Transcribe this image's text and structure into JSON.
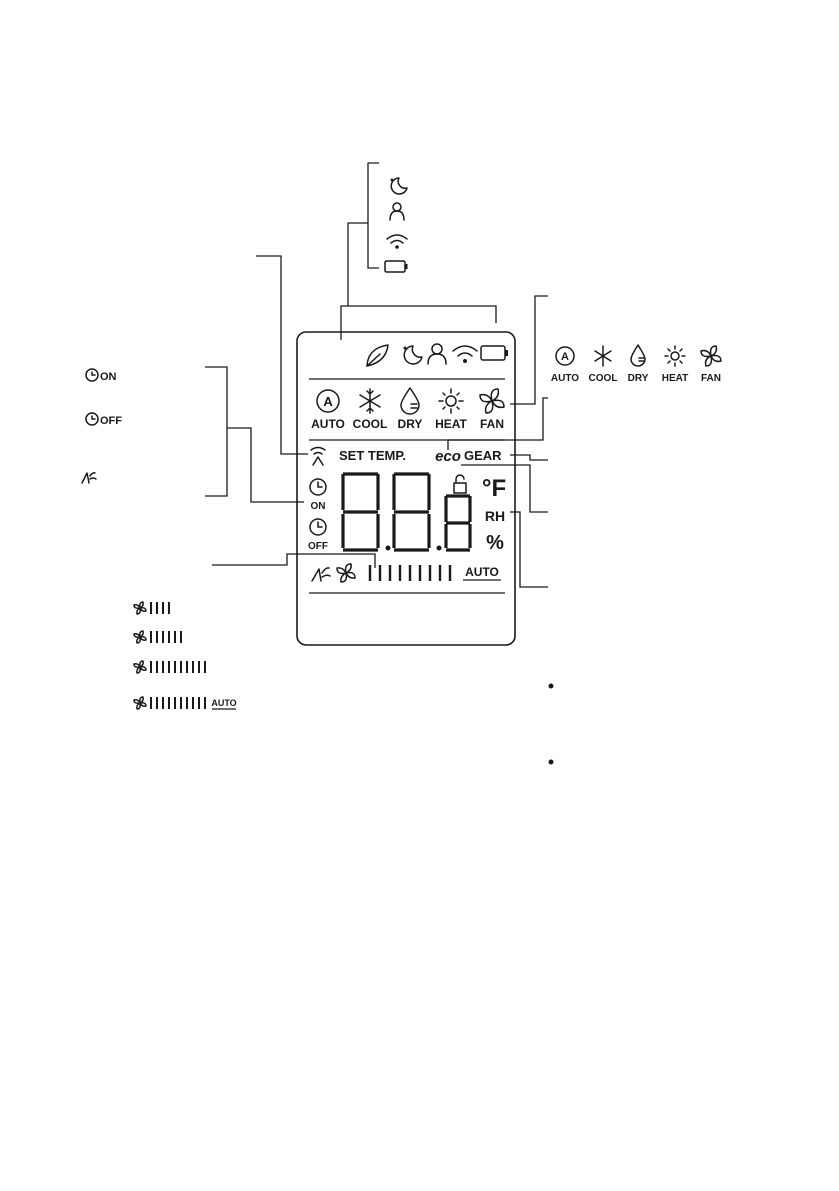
{
  "modes": [
    {
      "label": "AUTO",
      "icon": "auto-mode-icon"
    },
    {
      "label": "COOL",
      "icon": "snowflake-icon"
    },
    {
      "label": "DRY",
      "icon": "droplet-icon"
    },
    {
      "label": "HEAT",
      "icon": "sun-icon"
    },
    {
      "label": "FAN",
      "icon": "fan-icon"
    }
  ],
  "display": {
    "set_temp": "SET TEMP.",
    "eco": "eco",
    "gear": "GEAR",
    "timer_on": "ON",
    "timer_off": "OFF",
    "unit_f": "°F",
    "rh": "RH",
    "percent": "%",
    "fan_auto": "AUTO"
  },
  "legend": {
    "timer_on": "ON",
    "timer_off": "OFF",
    "fan_auto": "AUTO",
    "fan_speed_bars": [
      4,
      6,
      10,
      10
    ]
  }
}
